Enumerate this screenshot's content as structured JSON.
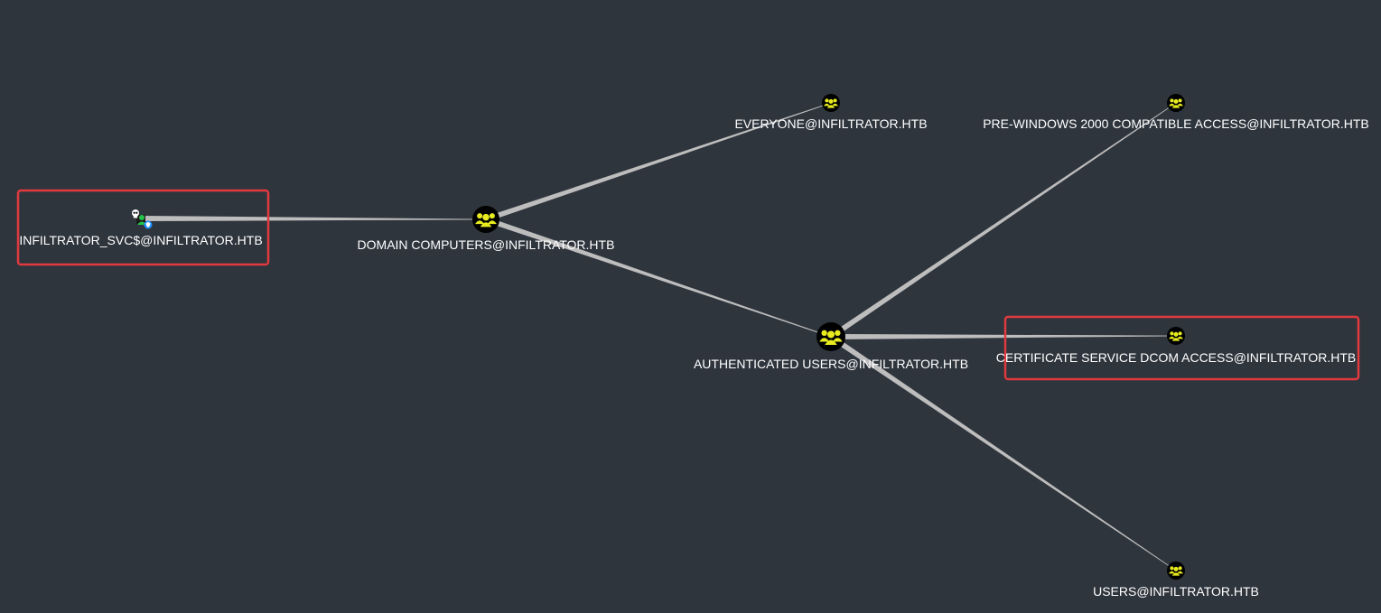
{
  "graph": {
    "background": "#2f353d",
    "edge_color": "#bdbdbd",
    "highlight_color": "#e0393e",
    "group_icon_color": "#e8ec1e",
    "nodes": [
      {
        "id": "svc",
        "label": "INFILTRATOR_SVC$@INFILTRATOR.HTB",
        "icon": "user-computer-owned-icon",
        "highlighted": true
      },
      {
        "id": "dc",
        "label": "DOMAIN COMPUTERS@INFILTRATOR.HTB",
        "icon": "group-icon",
        "highlighted": false
      },
      {
        "id": "everyone",
        "label": "EVERYONE@INFILTRATOR.HTB",
        "icon": "group-icon",
        "highlighted": false
      },
      {
        "id": "prewin",
        "label": "PRE-WINDOWS 2000 COMPATIBLE ACCESS@INFILTRATOR.HTB",
        "icon": "group-icon",
        "highlighted": false
      },
      {
        "id": "auth",
        "label": "AUTHENTICATED USERS@INFILTRATOR.HTB",
        "icon": "group-icon",
        "highlighted": false
      },
      {
        "id": "certdcom",
        "label": "CERTIFICATE SERVICE DCOM ACCESS@INFILTRATOR.HTB",
        "icon": "group-icon",
        "highlighted": true
      },
      {
        "id": "users",
        "label": "USERS@INFILTRATOR.HTB",
        "icon": "group-icon",
        "highlighted": false
      }
    ],
    "edges": [
      {
        "from": "svc",
        "to": "dc"
      },
      {
        "from": "dc",
        "to": "everyone"
      },
      {
        "from": "dc",
        "to": "auth"
      },
      {
        "from": "auth",
        "to": "prewin"
      },
      {
        "from": "auth",
        "to": "certdcom"
      },
      {
        "from": "auth",
        "to": "users"
      }
    ]
  }
}
